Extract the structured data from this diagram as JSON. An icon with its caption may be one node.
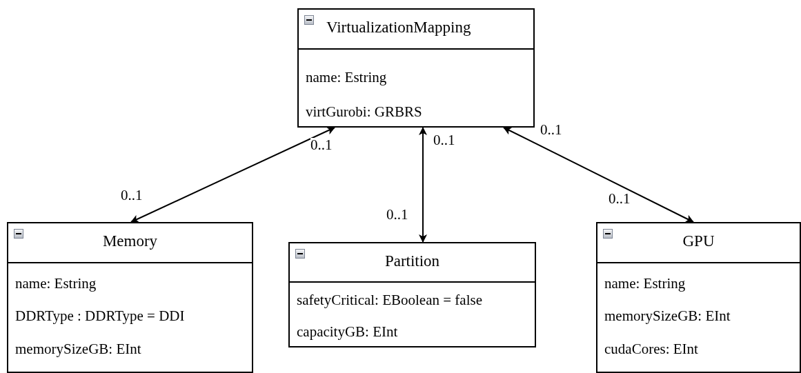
{
  "diagram": {
    "nodes": [
      {
        "text": [
          "VirtualizationMapping",
          "name: Estring",
          "virtGurobi: GRBRS"
        ]
      },
      {
        "text": [
          "Memory",
          "name: Estring",
          "DDRType : DDRType = DDI",
          "memorySizeGB: EInt"
        ]
      },
      {
        "text": [
          "Partition",
          "safetyCritical: EBoolean = false",
          "capacityGB: EInt"
        ]
      },
      {
        "text": [
          "GPU",
          "name: Estring",
          "memorySizeGB: EInt",
          "cudaCores: EInt"
        ]
      }
    ],
    "edges": [
      {
        "from": 0,
        "to": 1,
        "arrow": "both"
      },
      {
        "from": 0,
        "to": 2,
        "arrow": "both"
      },
      {
        "from": 0,
        "to": 3,
        "arrow": "both"
      }
    ],
    "labels": [
      "0..1",
      "0..1",
      "0..1",
      "0..1",
      "0..1",
      "0..1"
    ]
  }
}
